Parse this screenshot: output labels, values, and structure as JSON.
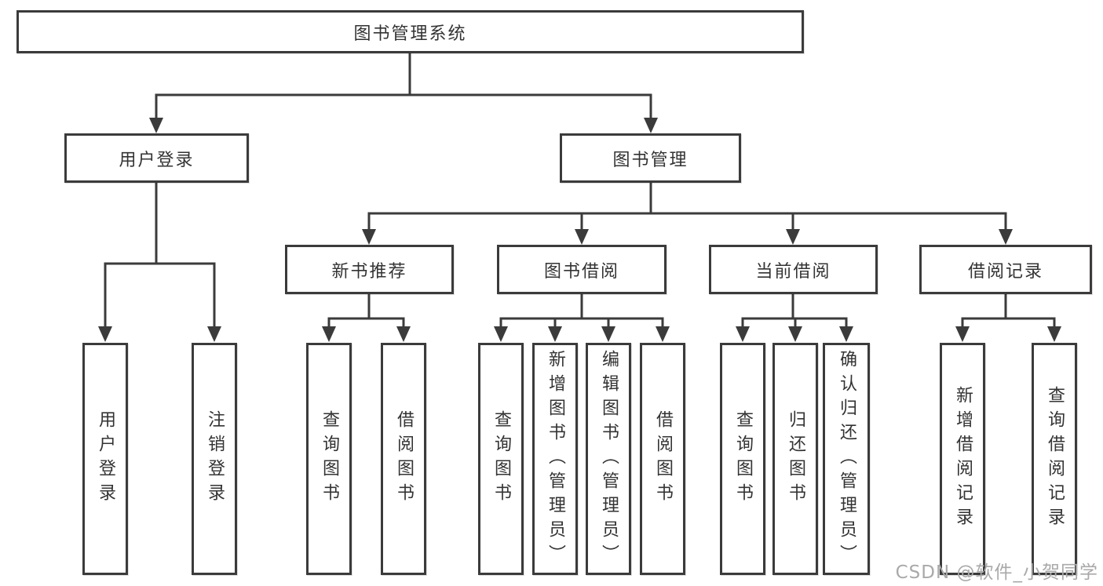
{
  "diagram": {
    "root": "图书管理系统",
    "branches": [
      {
        "label": "用户登录",
        "leaves": [
          "用户登录",
          "注销登录"
        ]
      },
      {
        "label": "图书管理",
        "groups": [
          {
            "label": "新书推荐",
            "leaves": [
              "查询图书",
              "借阅图书"
            ]
          },
          {
            "label": "图书借阅",
            "leaves": [
              "查询图书",
              "新增图书（管理员）",
              "编辑图书（管理员）",
              "借阅图书"
            ]
          },
          {
            "label": "当前借阅",
            "leaves": [
              "查询图书",
              "归还图书",
              "确认归还（管理员）"
            ]
          },
          {
            "label": "借阅记录",
            "leaves": [
              "新增借阅记录",
              "查询借阅记录"
            ]
          }
        ]
      }
    ]
  },
  "watermark": "CSDN @软件_小贺同学",
  "colors": {
    "line": "#3b3b3b",
    "text": "#333333",
    "background": "#ffffff",
    "watermark": "#a9a9a9"
  }
}
